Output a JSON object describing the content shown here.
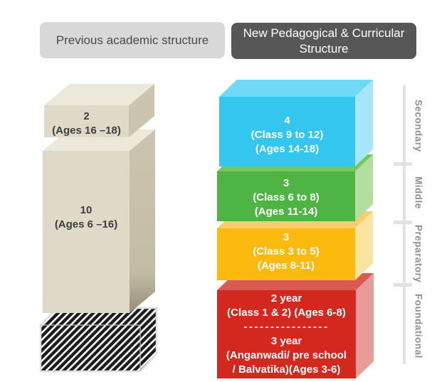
{
  "headers": {
    "previous": "Previous academic structure",
    "new": "New Pedagogical & Curricular Structure"
  },
  "previous_structure": {
    "blocks": [
      {
        "id": "senior-secondary",
        "lines": [
          "2",
          "(Ages 16 –18)"
        ]
      },
      {
        "id": "school-10",
        "lines": [
          "10",
          "(Ages 6 –16)"
        ]
      },
      {
        "id": "pre-school-hatched",
        "lines": []
      }
    ]
  },
  "new_structure": {
    "blocks": [
      {
        "id": "secondary",
        "stage": "Secondary",
        "lines": [
          "4",
          "(Class 9 to 12)",
          "(Ages 14-18)"
        ]
      },
      {
        "id": "middle",
        "stage": "Middle",
        "lines": [
          "3",
          "(Class 6 to 8)",
          "(Ages 11-14)"
        ]
      },
      {
        "id": "preparatory",
        "stage": "Preparatory",
        "lines": [
          "3",
          "(Class 3 to 5)",
          "(Ages 8-11)"
        ]
      },
      {
        "id": "foundational",
        "stage": "Foundational",
        "lines": [
          "2 year",
          "(Class 1 & 2) (Ages 6-8)",
          "----------------",
          "3 year",
          "(Anganwadi/ pre school",
          "/ Balvatika)(Ages 3-6)"
        ]
      }
    ]
  },
  "stage_axis": {
    "labels": [
      "Secondary",
      "Middle",
      "Preparatory",
      "Foundational"
    ]
  },
  "palette": {
    "background": "#FFFFFF",
    "header_prev_bg": "#D8D8D8",
    "header_prev_text": "#4A4A4A",
    "header_new_bg": "#575757",
    "header_new_text": "#FFFFFF",
    "beige": {
      "front": "#DFDAC8",
      "top": "#ECE8DA",
      "side": "#CBC5B0"
    },
    "hatch": {
      "dark": "#1C1C1C",
      "light": "#FFFFFF",
      "outline": "#E0E0E0"
    },
    "secondary": {
      "front": "#33C7F0",
      "top": "#6FD9F5",
      "side": "#A7E5F9"
    },
    "middle": {
      "front": "#4EB545",
      "top": "#74C65D",
      "side": "#B2DE9E"
    },
    "preparatory": {
      "front": "#FCB90E",
      "top": "#F9CC6E",
      "side": "#FBE4A2"
    },
    "foundational": {
      "front": "#D3281E",
      "top": "#D85A53",
      "side": "#E99B97"
    },
    "axis_line": "#E2E2E2",
    "axis_text": "#8F8F8F",
    "block_text_dark": "#3E3E3E",
    "block_text_light": "#FFFFFF"
  }
}
